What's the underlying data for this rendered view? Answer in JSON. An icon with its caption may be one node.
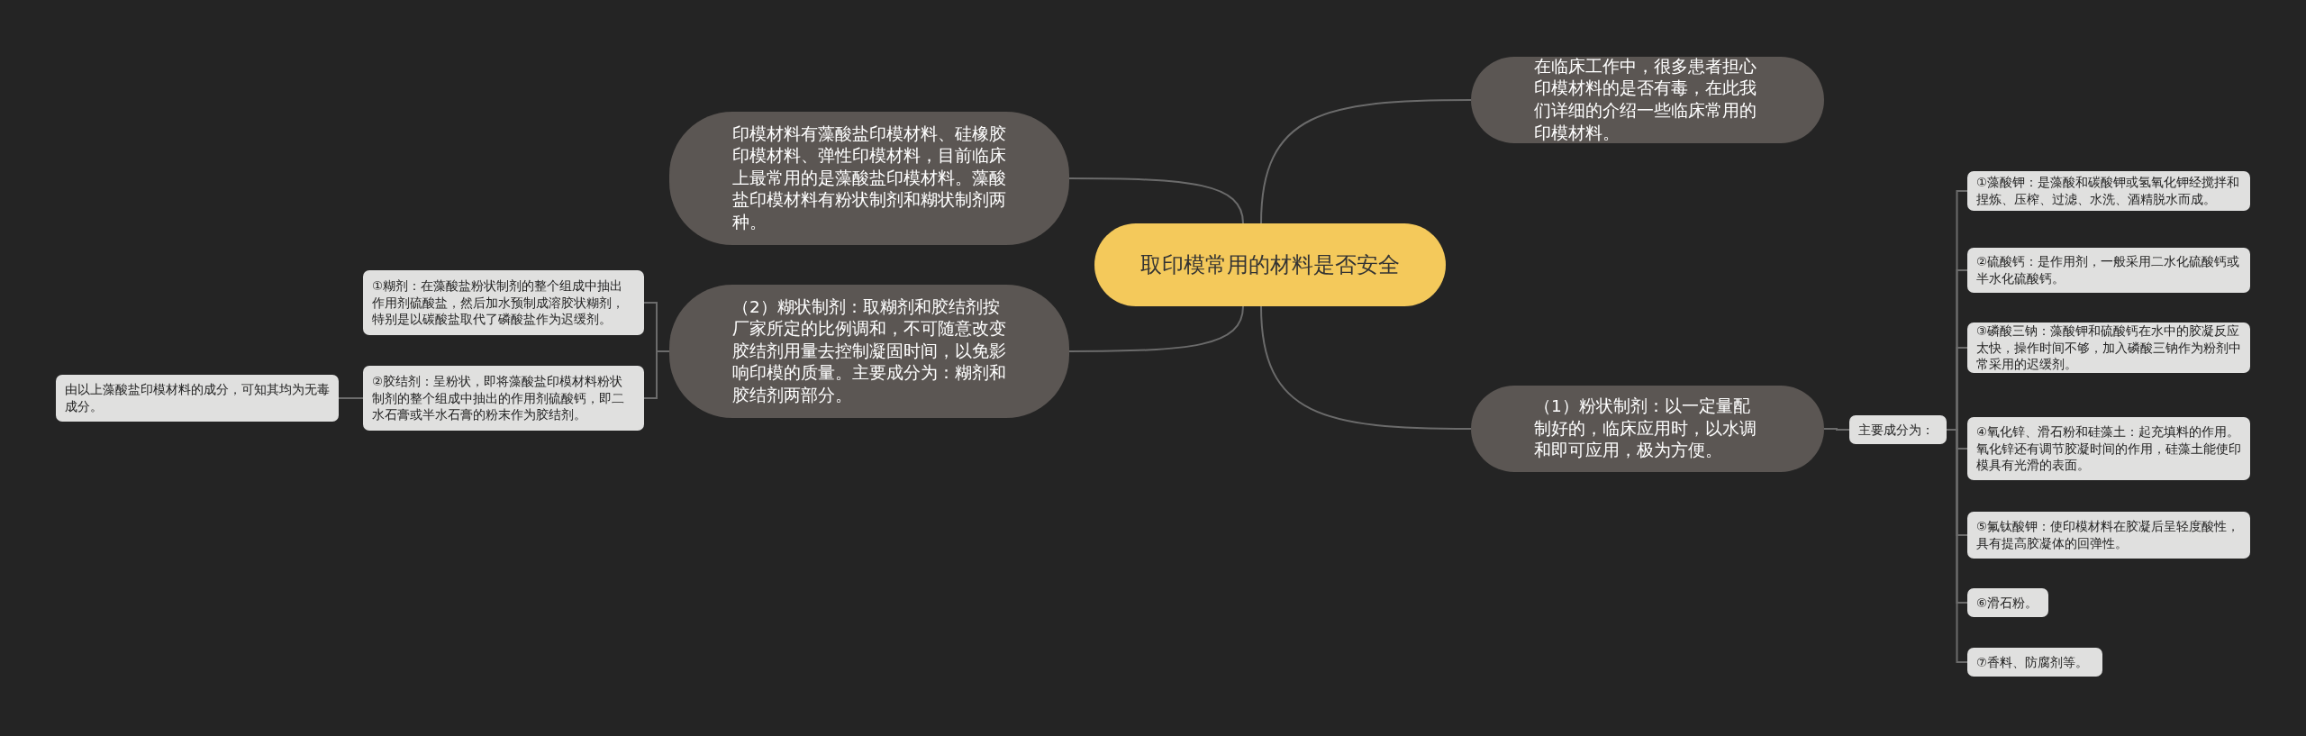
{
  "diagram": {
    "nodes": [
      {
        "text": [
          "取印模常用的材料是否安全"
        ]
      },
      {
        "text": [
          "在临床工作中，很多患者担心印模材料的是否有毒，在此我们详细的介绍一些临床常用的印模材料。"
        ]
      },
      {
        "text": [
          "印模材料有藻酸盐印模材料、硅橡胶印模材料、弹性印模材料，目前临床上最常用的是藻酸盐印模材料。藻酸盐印模材料有粉状制剂和糊状制剂两种。"
        ]
      },
      {
        "text": [
          "（2）糊状制剂：取糊剂和胶结剂按厂家所定的比例调和，不可随意改变胶结剂用量去控制凝固时间，以免影响印模的质量。主要成分为：糊剂和胶结剂两部分。"
        ]
      },
      {
        "text": [
          "①糊剂：在藻酸盐粉状制剂的整个组成中抽出作用剂硫酸盐，然后加水预制成溶胶状糊剂，特别是以碳酸盐取代了磷酸盐作为迟缓剂。"
        ]
      },
      {
        "text": [
          "②胶结剂：呈粉状，即将藻酸盐印模材料粉状制剂的整个组成中抽出的作用剂硫酸钙，即二水石膏或半水石膏的粉末作为胶结剂。"
        ]
      },
      {
        "text": [
          "由以上藻酸盐印模材料的成分，可知其均为无毒成分。"
        ]
      },
      {
        "text": [
          "（1）粉状制剂：以一定量配制好的，临床应用时，以水调和即可应用，极为方便。"
        ]
      },
      {
        "text": [
          "主要成分为："
        ]
      },
      {
        "text": [
          "①藻酸钾：是藻酸和碳酸钾或氢氧化钾经搅拌和捏炼、压榨、过滤、水洗、酒精脱水而成。"
        ]
      },
      {
        "text": [
          "②硫酸钙：是作用剂，一般采用二水化硫酸钙或半水化硫酸钙。"
        ]
      },
      {
        "text": [
          "③磷酸三钠：藻酸钾和硫酸钙在水中的胶凝反应太快，操作时间不够，加入磷酸三钠作为粉剂中常采用的迟缓剂。"
        ]
      },
      {
        "text": [
          "④氧化锌、滑石粉和硅藻土：起充填料的作用。氧化锌还有调节胶凝时间的作用，硅藻土能使印模具有光滑的表面。"
        ]
      },
      {
        "text": [
          "⑤氟钛酸钾：使印模材料在胶凝后呈轻度酸性，具有提高胶凝体的回弹性。"
        ]
      },
      {
        "text": [
          "⑥滑石粉。"
        ]
      },
      {
        "text": [
          "⑦香料、防腐剂等。"
        ]
      }
    ],
    "edges": [
      {
        "from": 0,
        "to": 1,
        "arrow": "none"
      },
      {
        "from": 0,
        "to": 2,
        "arrow": "none"
      },
      {
        "from": 0,
        "to": 3,
        "arrow": "none"
      },
      {
        "from": 3,
        "to": 4,
        "arrow": "none"
      },
      {
        "from": 3,
        "to": 5,
        "arrow": "none"
      },
      {
        "from": 5,
        "to": 6,
        "arrow": "none"
      },
      {
        "from": 0,
        "to": 7,
        "arrow": "none"
      },
      {
        "from": 7,
        "to": 8,
        "arrow": "none"
      },
      {
        "from": 8,
        "to": 9,
        "arrow": "none"
      },
      {
        "from": 8,
        "to": 10,
        "arrow": "none"
      },
      {
        "from": 8,
        "to": 11,
        "arrow": "none"
      },
      {
        "from": 8,
        "to": 12,
        "arrow": "none"
      },
      {
        "from": 8,
        "to": 13,
        "arrow": "none"
      },
      {
        "from": 8,
        "to": 14,
        "arrow": "none"
      },
      {
        "from": 8,
        "to": 15,
        "arrow": "none"
      }
    ]
  }
}
